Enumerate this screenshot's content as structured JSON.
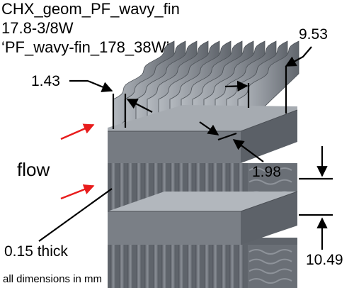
{
  "title_lines": [
    "CHX_geom_PF_wavy_fin",
    "17.8-3/8W",
    "‘PF_wavy-fin_178_38W’"
  ],
  "dimensions": {
    "fin_pitch": "1.43",
    "fin_height": "9.53",
    "wave_amplitude": "1.98",
    "plate_spacing": "10.49",
    "fin_thickness": "0.15 thick"
  },
  "flow_label": "flow",
  "units_note": "all dimensions in mm",
  "colors": {
    "fin": "#8a8f96",
    "fin_dark": "#5e636b",
    "block_top": "#a2a7ad",
    "block_front": "#6f747b",
    "block_side": "#585d64",
    "flow_arrow": "#e81c1c"
  }
}
